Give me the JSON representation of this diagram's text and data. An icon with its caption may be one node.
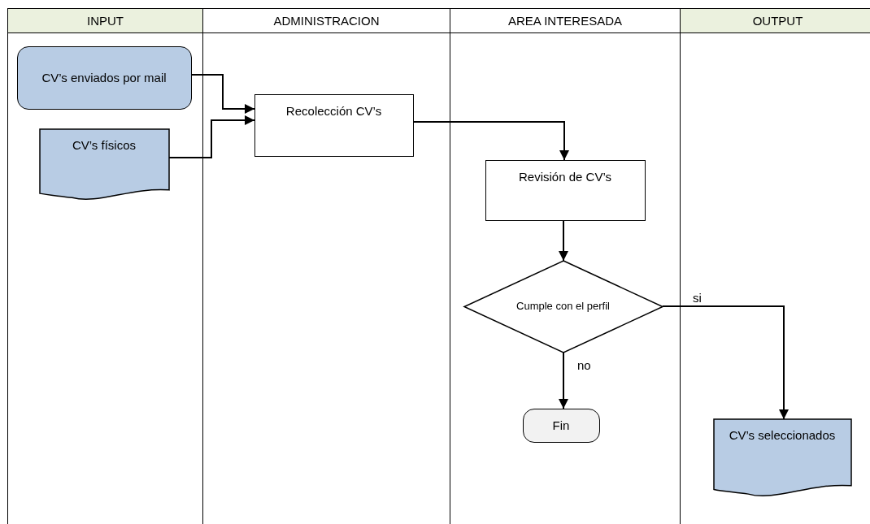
{
  "diagram": {
    "nodes": [
      {
        "text": [
          "INPUT"
        ]
      },
      {
        "text": [
          "ADMINISTRACION"
        ]
      },
      {
        "text": [
          "AREA INTERESADA"
        ]
      },
      {
        "text": [
          "OUTPUT"
        ]
      },
      {
        "text": [
          "CV’s enviados por mail"
        ],
        "in": 0
      },
      {
        "text": [
          "CV’s físicos"
        ],
        "in": 0
      },
      {
        "text": [
          "Recolección CV’s"
        ],
        "in": 1
      },
      {
        "text": [
          "Revisión de CV’s"
        ],
        "in": 2
      },
      {
        "text": [
          "Cumple con el perfil"
        ],
        "in": 2
      },
      {
        "text": [
          "Fin"
        ],
        "in": 2
      },
      {
        "text": [
          "CV’s seleccionados"
        ],
        "in": 3
      }
    ],
    "edges": [
      {
        "from": 4,
        "to": 6,
        "arrow": "to"
      },
      {
        "from": 5,
        "to": 6,
        "arrow": "to"
      },
      {
        "from": 6,
        "to": 7,
        "arrow": "to"
      },
      {
        "from": 7,
        "to": 8,
        "arrow": "to"
      },
      {
        "from": 8,
        "to": 9,
        "arrow": "to",
        "label": "no"
      },
      {
        "from": 8,
        "to": 10,
        "arrow": "to",
        "label": "si"
      }
    ]
  }
}
